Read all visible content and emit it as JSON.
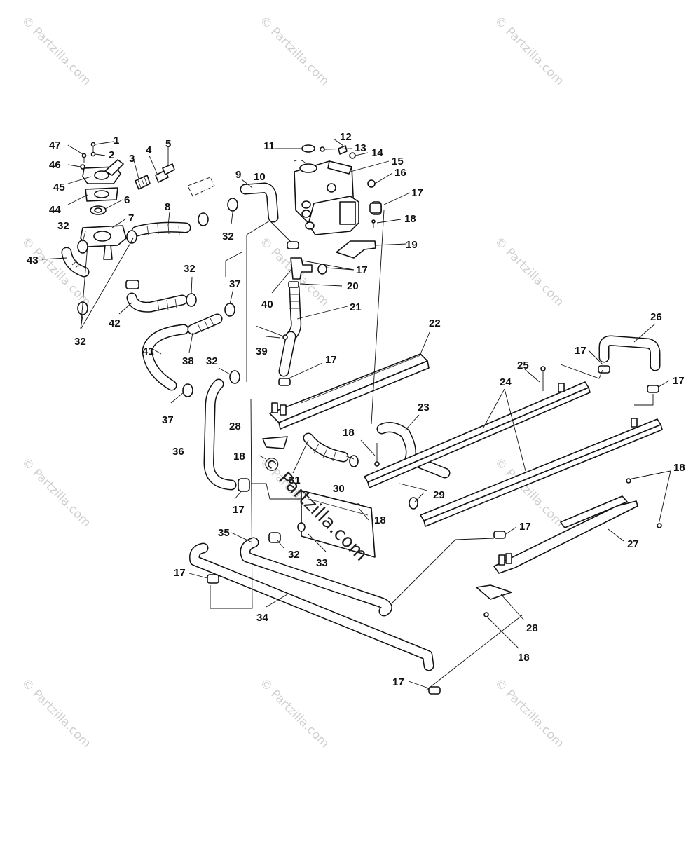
{
  "watermark": {
    "text": "© Partzilla.com",
    "color": "#cccccc"
  },
  "callouts": [
    {
      "id": "c1",
      "label": "1"
    },
    {
      "id": "c2",
      "label": "2"
    },
    {
      "id": "c3",
      "label": "3"
    },
    {
      "id": "c4",
      "label": "4"
    },
    {
      "id": "c5",
      "label": "5"
    },
    {
      "id": "c6",
      "label": "6"
    },
    {
      "id": "c7",
      "label": "7"
    },
    {
      "id": "c8",
      "label": "8"
    },
    {
      "id": "c9",
      "label": "9"
    },
    {
      "id": "c10",
      "label": "10"
    },
    {
      "id": "c11",
      "label": "11"
    },
    {
      "id": "c12",
      "label": "12"
    },
    {
      "id": "c13",
      "label": "13"
    },
    {
      "id": "c14",
      "label": "14"
    },
    {
      "id": "c15",
      "label": "15"
    },
    {
      "id": "c16",
      "label": "16"
    },
    {
      "id": "c17a",
      "label": "17"
    },
    {
      "id": "c17b",
      "label": "17"
    },
    {
      "id": "c17c",
      "label": "17"
    },
    {
      "id": "c17d",
      "label": "17"
    },
    {
      "id": "c17e",
      "label": "17"
    },
    {
      "id": "c17f",
      "label": "17"
    },
    {
      "id": "c17g",
      "label": "17"
    },
    {
      "id": "c17h",
      "label": "17"
    },
    {
      "id": "c17i",
      "label": "17"
    },
    {
      "id": "c18a",
      "label": "18"
    },
    {
      "id": "c18b",
      "label": "18"
    },
    {
      "id": "c18c",
      "label": "18"
    },
    {
      "id": "c18d",
      "label": "18"
    },
    {
      "id": "c18e",
      "label": "18"
    },
    {
      "id": "c18f",
      "label": "18"
    },
    {
      "id": "c19",
      "label": "19"
    },
    {
      "id": "c20",
      "label": "20"
    },
    {
      "id": "c21",
      "label": "21"
    },
    {
      "id": "c22",
      "label": "22"
    },
    {
      "id": "c23",
      "label": "23"
    },
    {
      "id": "c24",
      "label": "24"
    },
    {
      "id": "c25",
      "label": "25"
    },
    {
      "id": "c26",
      "label": "26"
    },
    {
      "id": "c27",
      "label": "27"
    },
    {
      "id": "c28a",
      "label": "28"
    },
    {
      "id": "c28b",
      "label": "28"
    },
    {
      "id": "c29",
      "label": "29"
    },
    {
      "id": "c30",
      "label": "30"
    },
    {
      "id": "c31",
      "label": "31"
    },
    {
      "id": "c32a",
      "label": "32"
    },
    {
      "id": "c32b",
      "label": "32"
    },
    {
      "id": "c32c",
      "label": "32"
    },
    {
      "id": "c32d",
      "label": "32"
    },
    {
      "id": "c32e",
      "label": "32"
    },
    {
      "id": "c32f",
      "label": "32"
    },
    {
      "id": "c33",
      "label": "33"
    },
    {
      "id": "c34",
      "label": "34"
    },
    {
      "id": "c35",
      "label": "35"
    },
    {
      "id": "c36",
      "label": "36"
    },
    {
      "id": "c37a",
      "label": "37"
    },
    {
      "id": "c37b",
      "label": "37"
    },
    {
      "id": "c38",
      "label": "38"
    },
    {
      "id": "c39",
      "label": "39"
    },
    {
      "id": "c40",
      "label": "40"
    },
    {
      "id": "c41",
      "label": "41"
    },
    {
      "id": "c42",
      "label": "42"
    },
    {
      "id": "c43",
      "label": "43"
    },
    {
      "id": "c44",
      "label": "44"
    },
    {
      "id": "c45",
      "label": "45"
    },
    {
      "id": "c46",
      "label": "46"
    },
    {
      "id": "c47",
      "label": "47"
    }
  ]
}
